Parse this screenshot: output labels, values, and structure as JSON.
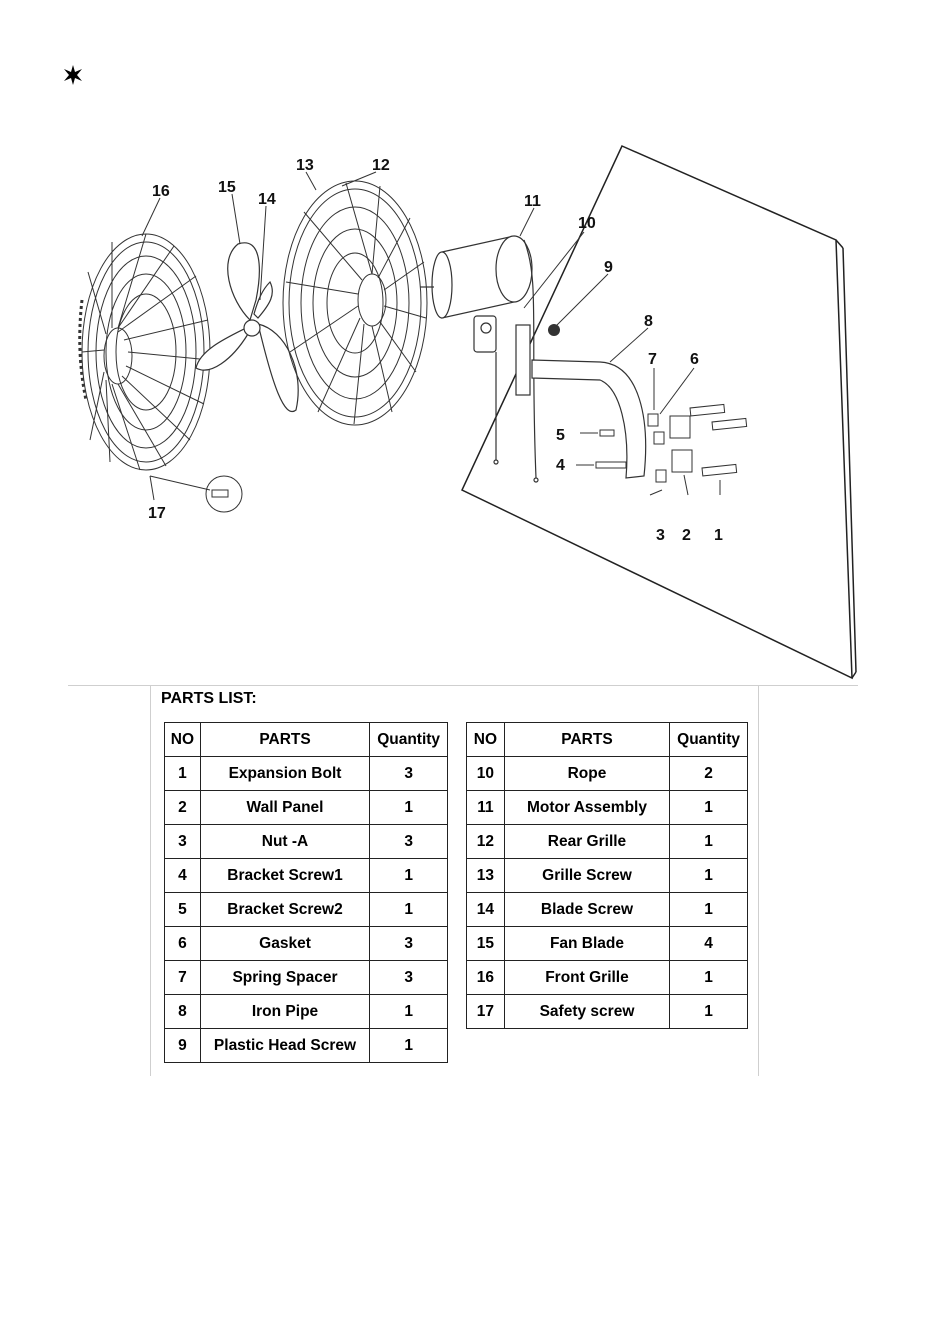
{
  "header": {
    "bullet_icon": "asterisk-star-icon"
  },
  "diagram": {
    "callouts": [
      "1",
      "2",
      "3",
      "4",
      "5",
      "6",
      "7",
      "8",
      "9",
      "10",
      "11",
      "12",
      "13",
      "14",
      "15",
      "16",
      "17"
    ]
  },
  "parts_list": {
    "title": "PARTS LIST:",
    "columns": [
      "NO",
      "PARTS",
      "Quantity"
    ],
    "left": [
      {
        "no": "1",
        "part": "Expansion Bolt",
        "qty": "3"
      },
      {
        "no": "2",
        "part": "Wall  Panel",
        "qty": "1"
      },
      {
        "no": "3",
        "part": "Nut -A",
        "qty": "3"
      },
      {
        "no": "4",
        "part": "Bracket Screw1",
        "qty": "1"
      },
      {
        "no": "5",
        "part": "Bracket Screw2",
        "qty": "1"
      },
      {
        "no": "6",
        "part": "Gasket",
        "qty": "3"
      },
      {
        "no": "7",
        "part": "Spring Spacer",
        "qty": "3"
      },
      {
        "no": "8",
        "part": "Iron Pipe",
        "qty": "1"
      },
      {
        "no": "9",
        "part": "Plastic Head Screw",
        "qty": "1"
      }
    ],
    "right": [
      {
        "no": "10",
        "part": "Rope",
        "qty": "2"
      },
      {
        "no": "11",
        "part": "Motor Assembly",
        "qty": "1"
      },
      {
        "no": "12",
        "part": "Rear Grille",
        "qty": "1"
      },
      {
        "no": "13",
        "part": "Grille  Screw",
        "qty": "1"
      },
      {
        "no": "14",
        "part": "Blade  Screw",
        "qty": "1"
      },
      {
        "no": "15",
        "part": "Fan Blade",
        "qty": "4"
      },
      {
        "no": "16",
        "part": "Front Grille",
        "qty": "1"
      },
      {
        "no": "17",
        "part": "Safety screw",
        "qty": "1"
      }
    ]
  }
}
